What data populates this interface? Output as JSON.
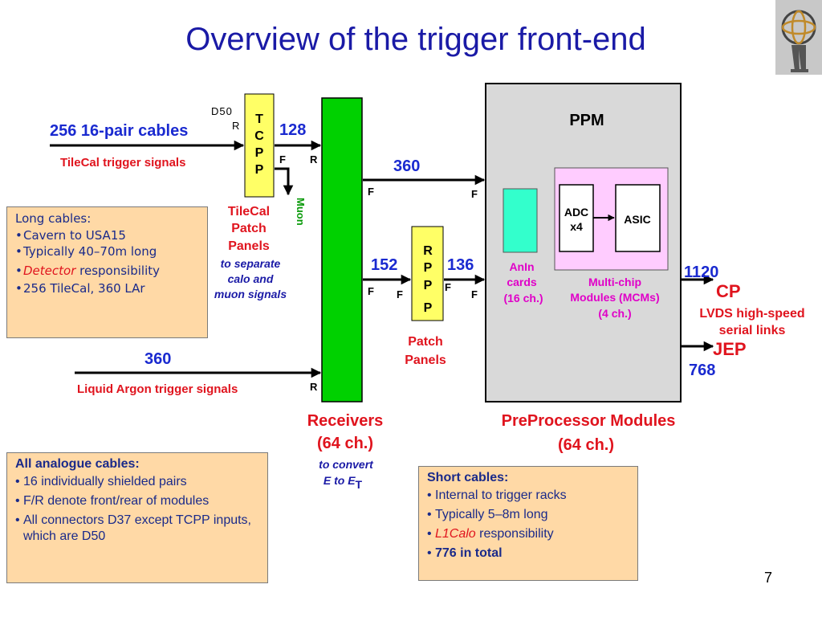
{
  "title": "Overview of the trigger front-end",
  "page_number": "7",
  "inputs": {
    "tilecal": {
      "count": "256 16-pair cables",
      "label": "TileCal trigger signals"
    },
    "lar": {
      "count": "360",
      "label": "Liquid Argon trigger signals"
    }
  },
  "tcpp": {
    "box_letters": [
      "T",
      "C",
      "P",
      "P"
    ],
    "connector": "D50",
    "caption": [
      "TileCal",
      "Patch",
      "Panels"
    ],
    "purpose": [
      "to separate",
      "calo and",
      "muon signals"
    ],
    "muon_label": "Muon"
  },
  "receivers": {
    "caption": [
      "Receivers",
      "(64 ch.)"
    ],
    "note_line1": "to convert",
    "note_line2": "E to E",
    "note_sub": "T"
  },
  "rppp": {
    "box_letters": [
      "R",
      "P",
      "P",
      "P"
    ],
    "caption": [
      "Patch",
      "Panels"
    ]
  },
  "ppm": {
    "label": "PPM",
    "anin_cards": [
      "AnIn",
      "cards",
      "(16 ch.)"
    ],
    "adc": [
      "ADC",
      "x4"
    ],
    "asic": "ASIC",
    "mcm": [
      "Multi-chip",
      "Modules (MCMs)",
      "(4 ch.)"
    ],
    "caption": [
      "PreProcessor Modules",
      "(64 ch.)"
    ]
  },
  "cable_counts": {
    "tcpp_to_receivers": "128",
    "receivers_to_ppm": "360",
    "receivers_to_rppp": "152",
    "rppp_to_ppm": "136"
  },
  "front_rear": {
    "front": "F",
    "rear": "R"
  },
  "outputs": {
    "cp_count": "1120",
    "cp_label": "CP",
    "lvds": [
      "LVDS high-speed",
      "serial links"
    ],
    "jep_label": "JEP",
    "jep_count": "768"
  },
  "notes": {
    "long": {
      "title": "Long cables:",
      "items": [
        "Cavern to USA15",
        "Typically 40–70m long",
        "responsibility",
        "256 TileCal, 360 LAr"
      ],
      "detector_word": "Detector"
    },
    "analogue": {
      "title": "All analogue cables:",
      "items": [
        "16 individually shielded pairs",
        "F/R denote front/rear of modules",
        "All connectors D37 except TCPP inputs, which are D50"
      ]
    },
    "short": {
      "title": "Short cables:",
      "items": [
        "Internal to trigger racks",
        "Typically 5–8m long",
        "responsibility",
        "776 in total"
      ],
      "l1calo_word": "L1Calo"
    }
  },
  "colors": {
    "title_blue": "#1a1aa6",
    "label_red": "#e0141e",
    "label_blue": "#1a2ad0",
    "magenta": "#e000c8",
    "green": "#0a9a0a",
    "receiver_green": "#00d100",
    "patch_yellow": "#ffff66",
    "ppm_grey": "#d9d9d9",
    "mcm_pink": "#ffccff",
    "anin_cyan": "#33ffcc",
    "note_orange": "#ffd9a6"
  },
  "logo": "atlas-figure-logo"
}
